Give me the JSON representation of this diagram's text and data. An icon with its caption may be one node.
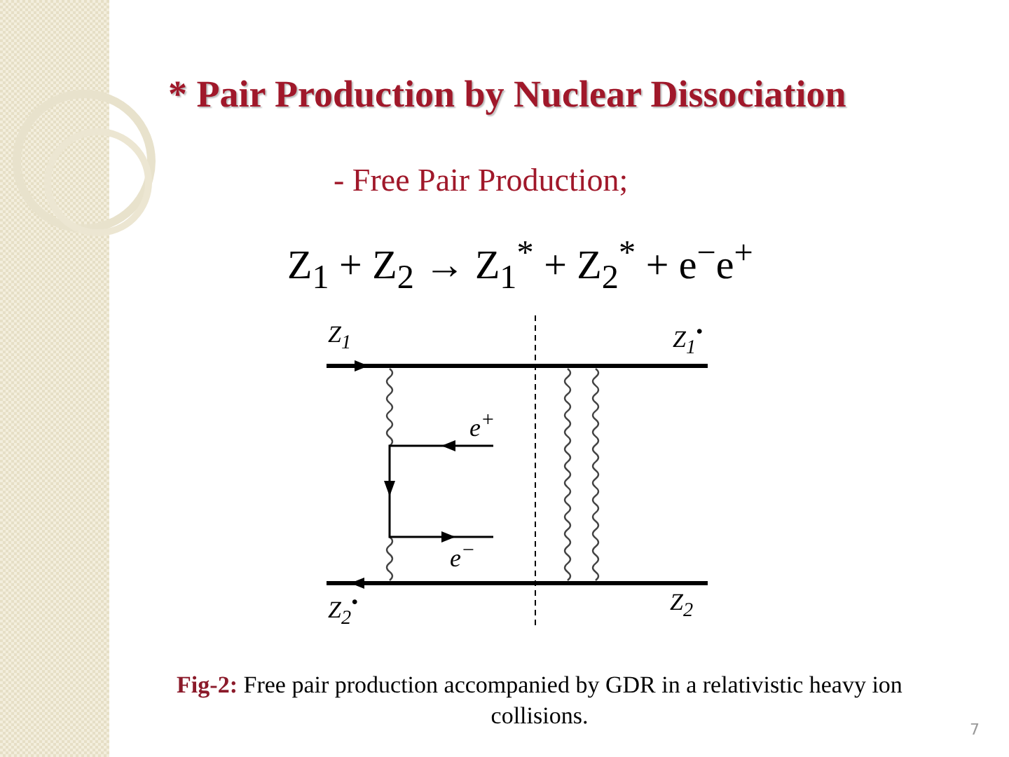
{
  "diagram": {
    "title": "* Pair Production by Nuclear Dissociation",
    "caption": "**Fig-2:** Free pair production accompanied by GDR in a relativistic heavy ion collisions.",
    "labels": [
      "- Free Pair Production;",
      "Z$_{1}$ + Z$_{2}$ → Z$_{1}$$^{*}$ + Z$_{2}$$^{*}$ + e$^{−}$e$^{+}$",
      "Z$_{1}$",
      "Z$_{1}$$^{•}$",
      "e$^{+}$",
      "e$^{−}$",
      "Z$_{2}$$^{•}$",
      "Z$_{2}$",
      "7"
    ]
  }
}
